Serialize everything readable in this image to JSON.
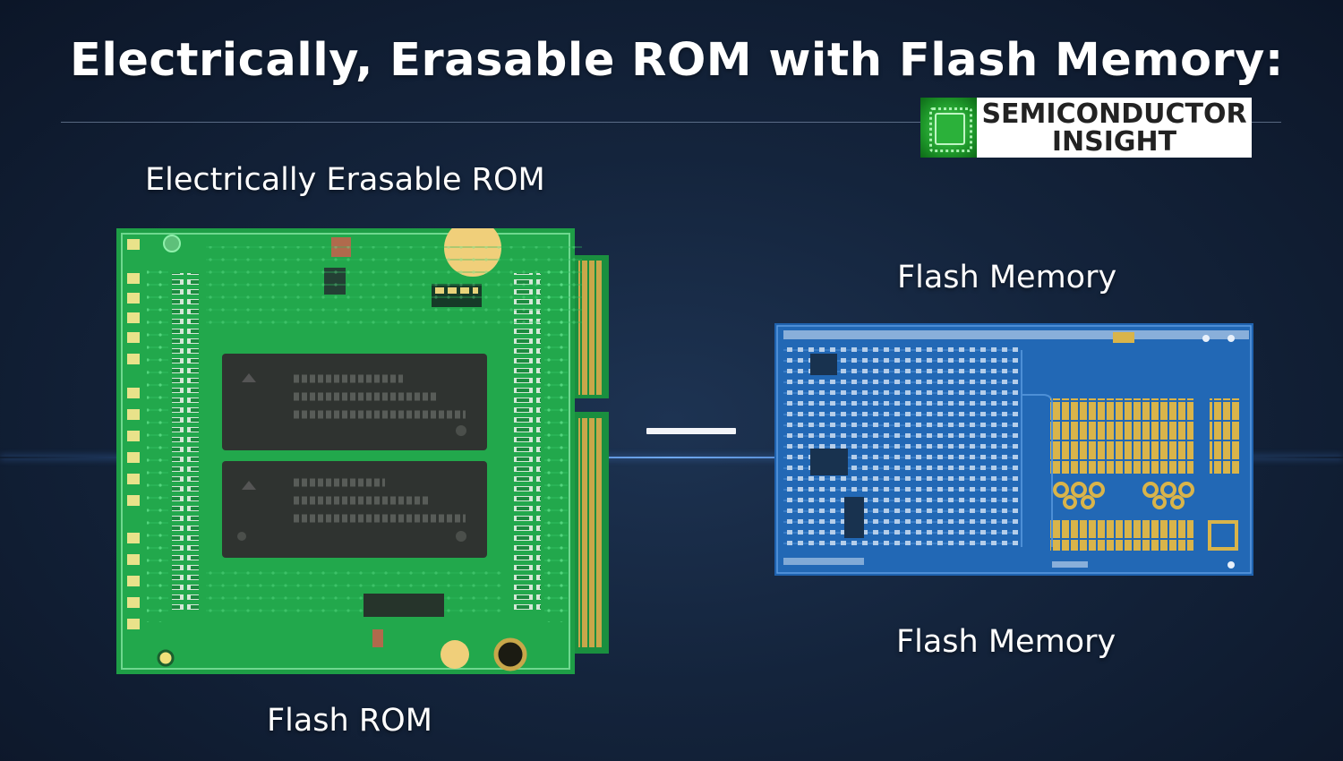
{
  "title": "Electrically, Erasable ROM with Flash Memory:",
  "logo": {
    "line1": "SEMICONDUCTOR",
    "line2": "INSIGHT"
  },
  "labels": {
    "eeprom": "Electrically Erasable ROM",
    "flash_rom": "Flash ROM",
    "flash_memory_top": "Flash Memory",
    "flash_memory_bottom": "Flash Memory"
  },
  "colors": {
    "background": "#14243c",
    "green_board": "#1fa64a",
    "blue_board": "#1d5fa8",
    "gold": "#d9b44a"
  }
}
